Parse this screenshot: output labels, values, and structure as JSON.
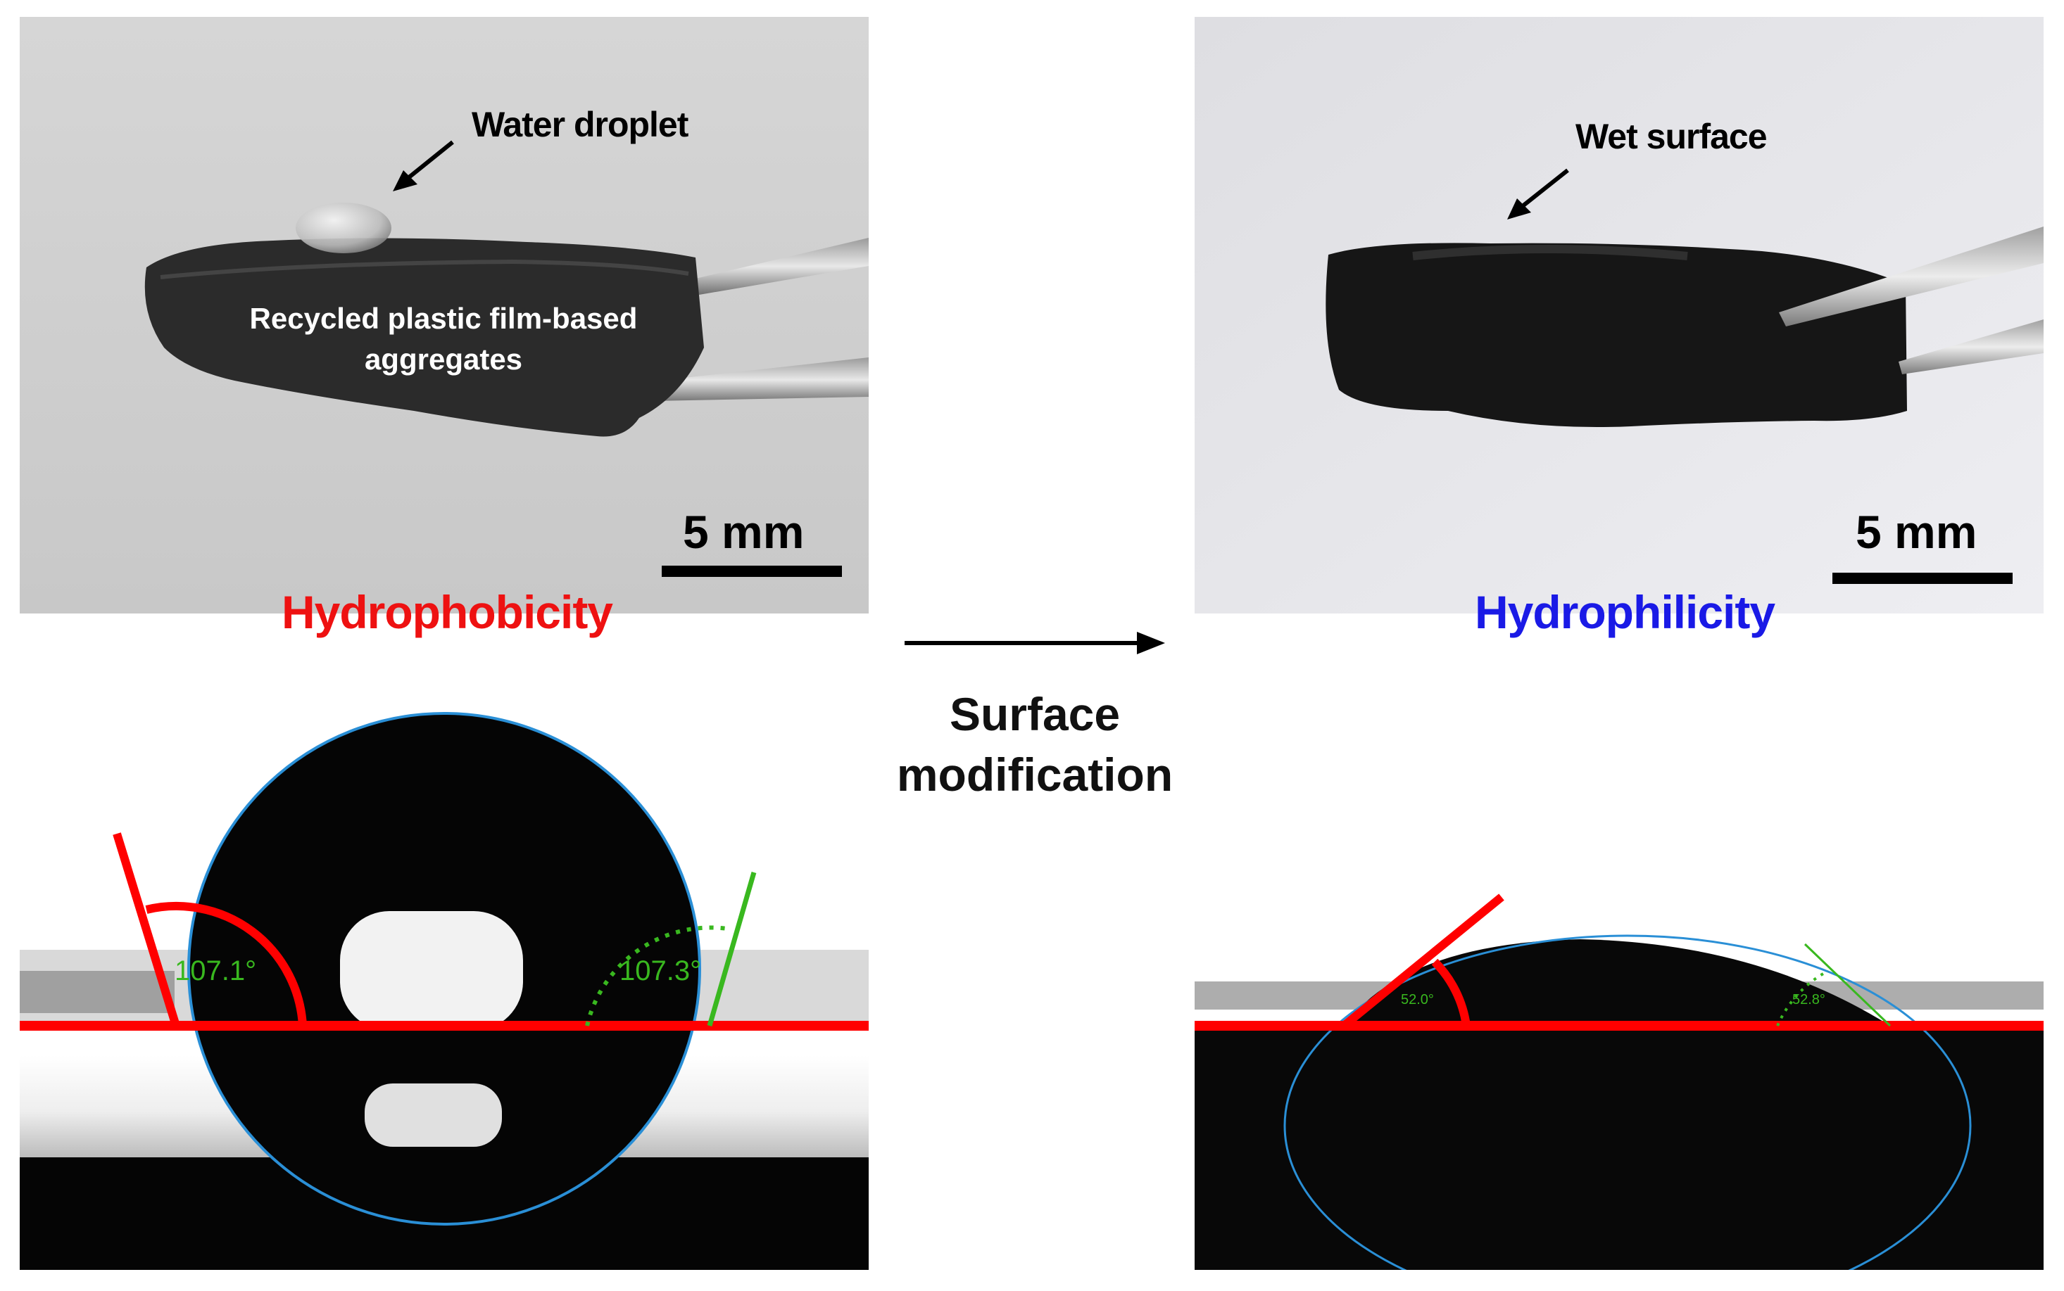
{
  "annotations": {
    "water_droplet": "Water droplet",
    "wet_surface": "Wet surface",
    "aggregates": "Recycled plastic film-based aggregates"
  },
  "scale_bars": {
    "left": "5 mm",
    "right": "5 mm"
  },
  "titles": {
    "left": "Hydrophobicity",
    "right": "Hydrophilicity"
  },
  "process": {
    "label": "Surface modification"
  },
  "contact_angles": {
    "left_1": "107.1°",
    "left_2": "107.3°",
    "right_1": "52.0°",
    "right_2": "52.8°"
  },
  "colors": {
    "hydrophobic_title": "#ee1111",
    "hydrophilic_title": "#1a1ae6",
    "baseline": "#ff0000",
    "angle_text": "#39b81f",
    "droplet_outline": "#2a8fd6"
  }
}
